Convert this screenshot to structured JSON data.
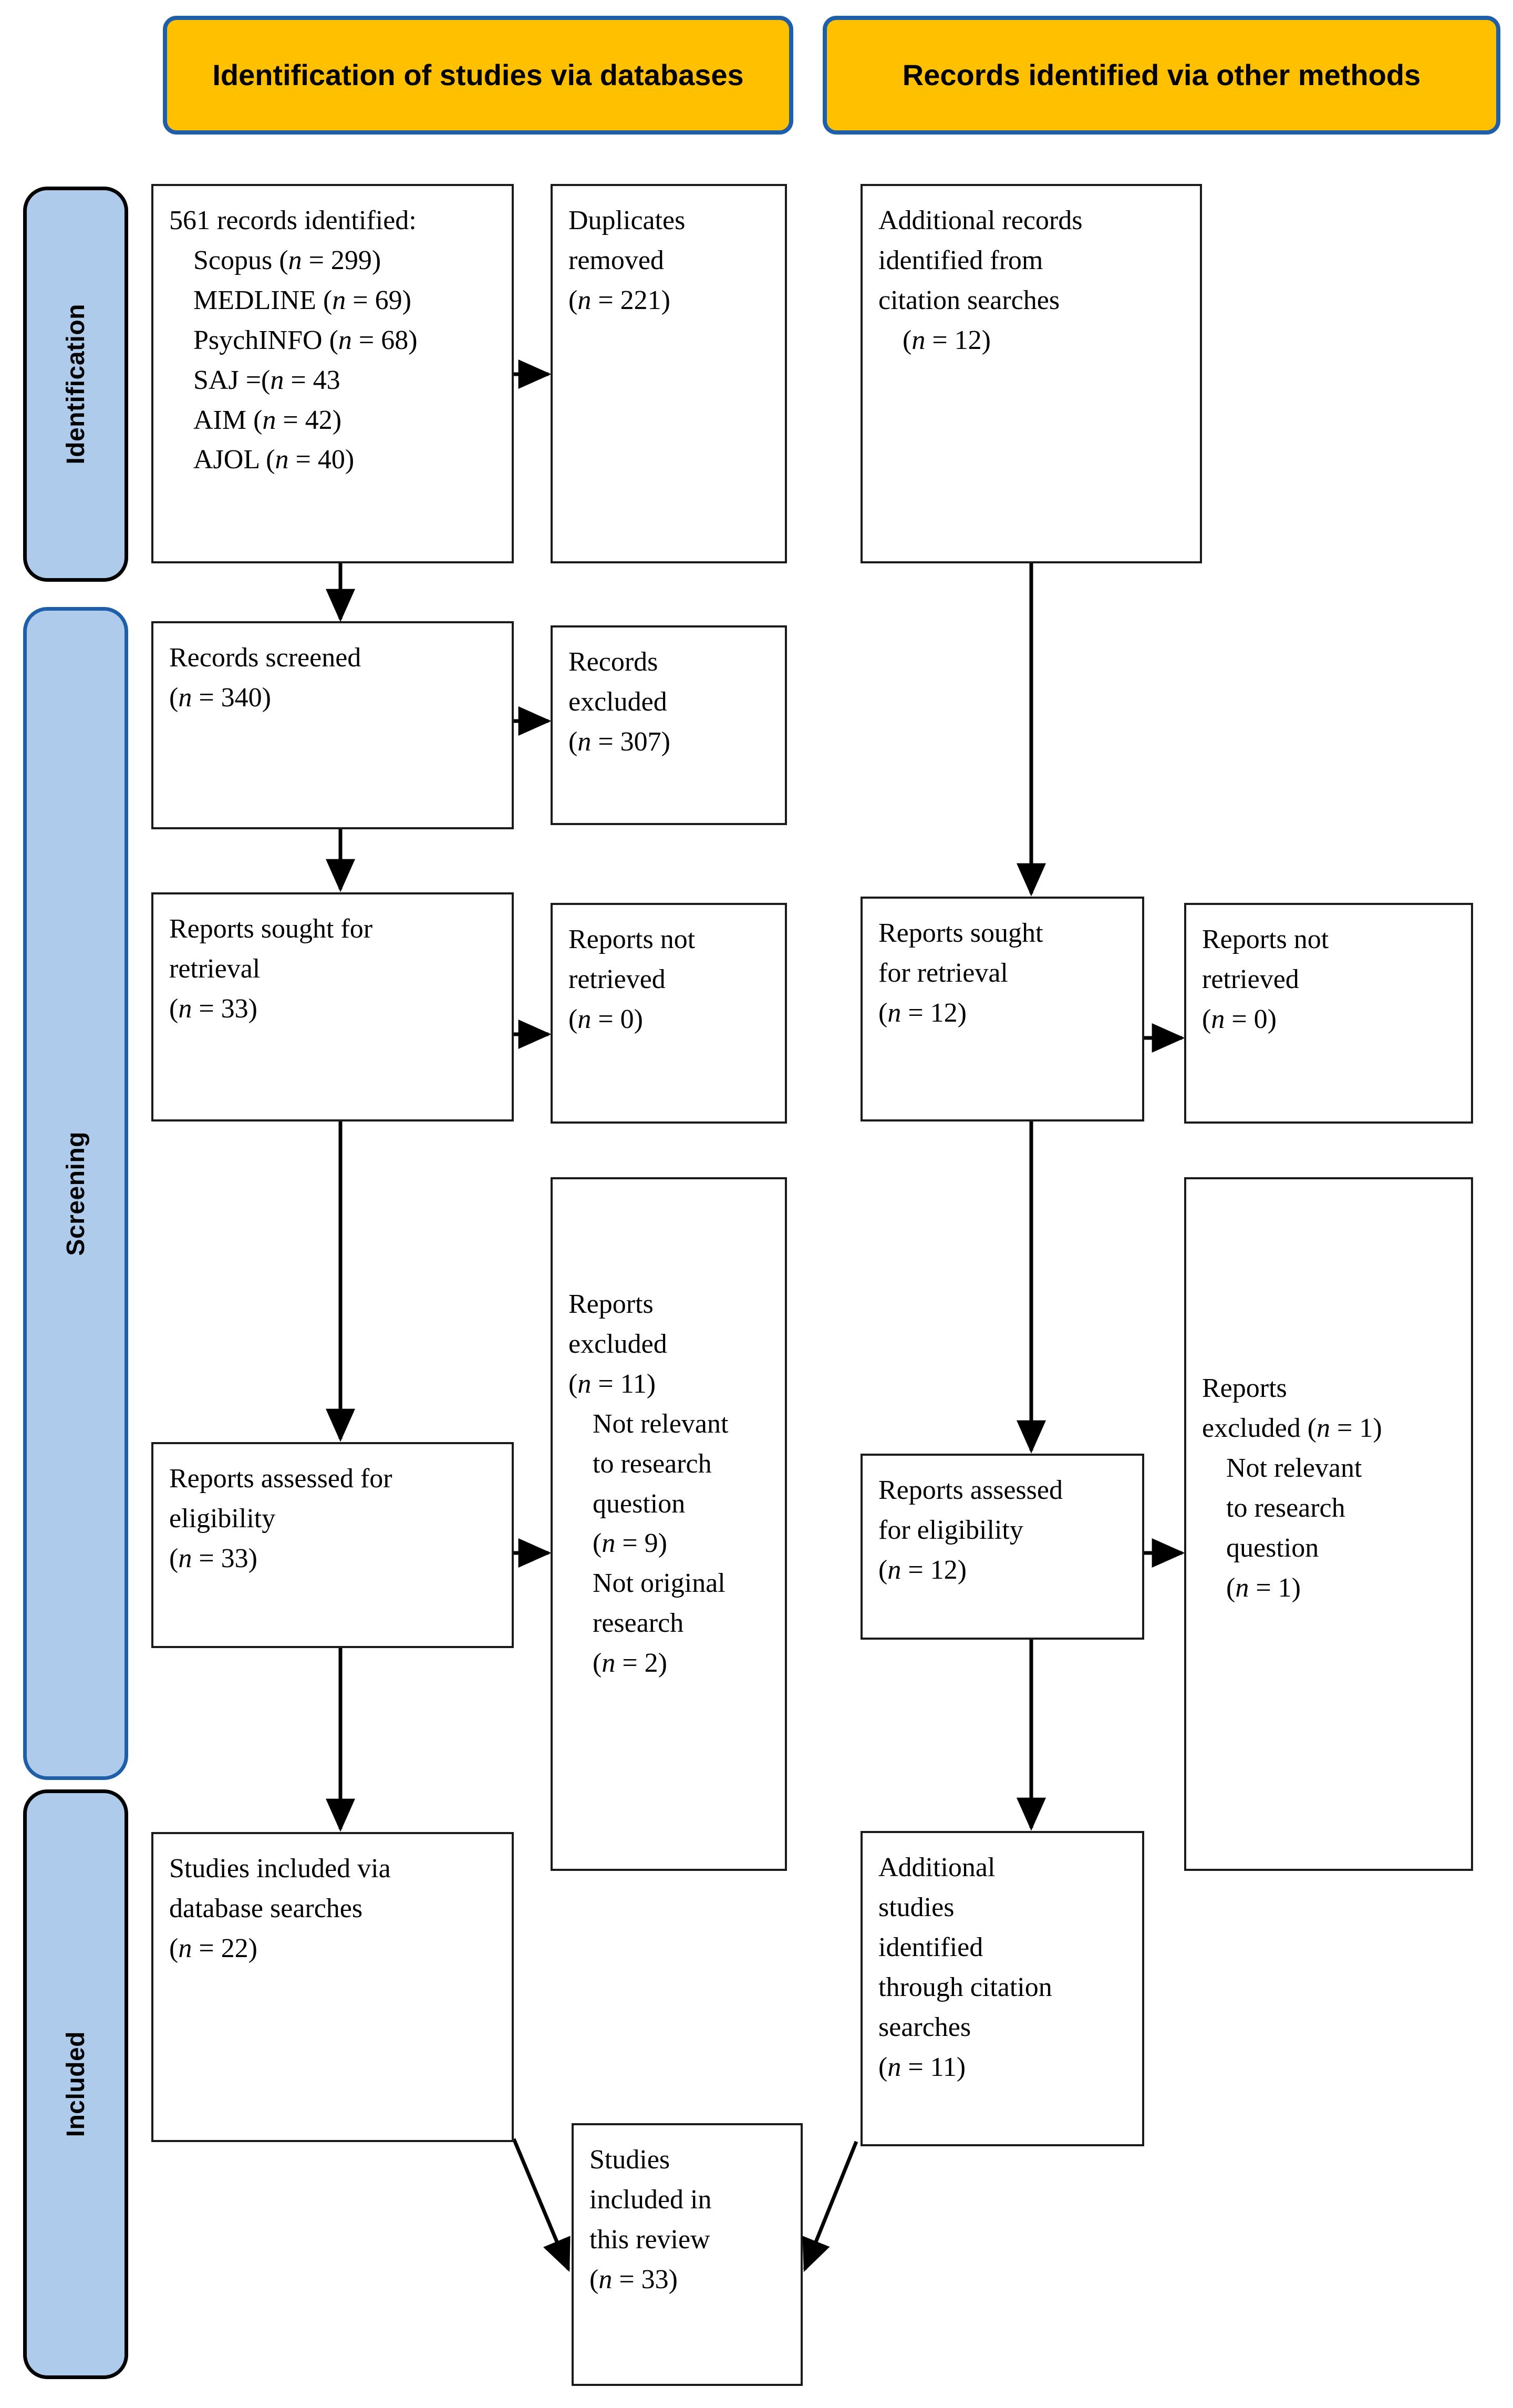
{
  "diagram": {
    "type": "PRISMA flow diagram",
    "stages": [
      {
        "key": "identification",
        "label": "Identification"
      },
      {
        "key": "screening",
        "label": "Screening"
      },
      {
        "key": "included",
        "label": "Included"
      }
    ],
    "columns": [
      {
        "key": "databases",
        "banner": "Identification of studies via databases"
      },
      {
        "key": "other",
        "banner": "Records identified via other methods"
      }
    ],
    "colors": {
      "banner_fill": "#FFC000",
      "banner_border": "#1f5fa9",
      "stage_fill": "#aecbeb",
      "stage_border": "#000000",
      "box_border": "#1a1a1a",
      "page_background": "#ffffff"
    },
    "boxes": {
      "records_identified": {
        "title": "561 records identified:",
        "sources": [
          {
            "name": "Scopus",
            "n": 299,
            "text": "Scopus (n = 299)"
          },
          {
            "name": "MEDLINE",
            "n": 69,
            "text": "MEDLINE (n = 69)"
          },
          {
            "name": "PsychINFO",
            "n": 68,
            "text": "PsychINFO (n = 68)"
          },
          {
            "name": "SAJ",
            "n": 43,
            "text": "SAJ =(n = 43"
          },
          {
            "name": "AIM",
            "n": 42,
            "text": "AIM (n = 42)"
          },
          {
            "name": "AJOL",
            "n": 40,
            "text": "AJOL (n = 40)"
          }
        ],
        "total": 561
      },
      "duplicates_removed": {
        "line1": "Duplicates",
        "line2": "removed",
        "line3": "(n = 221)",
        "n": 221
      },
      "additional_records": {
        "line1": "Additional records",
        "line2": "identified from",
        "line3": "citation searches",
        "line4": "(n = 12)",
        "n": 12
      },
      "records_screened": {
        "line1": "Records screened",
        "line2": "(n = 340)",
        "n": 340
      },
      "records_excluded": {
        "line1": "Records",
        "line2": "excluded",
        "line3": "(n = 307)",
        "n": 307
      },
      "reports_sought_db": {
        "line1": "Reports sought for",
        "line2": "retrieval",
        "line3": "(n = 33)",
        "n": 33
      },
      "reports_not_retrieved_db": {
        "line1": "Reports not",
        "line2": "retrieved",
        "line3": "(n = 0)",
        "n": 0
      },
      "reports_sought_other": {
        "line1": "Reports sought",
        "line2": "for retrieval",
        "line3": "(n = 12)",
        "n": 12
      },
      "reports_not_retrieved_other": {
        "line1": "Reports not",
        "line2": "retrieved",
        "line3": "(n = 0)",
        "n": 0
      },
      "reports_assessed_db": {
        "line1": "Reports assessed for",
        "line2": "eligibility",
        "line3": "(n = 33)",
        "n": 33
      },
      "reports_excluded_db": {
        "line1": "Reports",
        "line2": "excluded",
        "line3": "(n = 11)",
        "line4": "Not relevant",
        "line5": "to research",
        "line6": "question",
        "line7": "(n = 9)",
        "line8": "Not original",
        "line9": "research",
        "line10": "(n = 2)",
        "n": 11,
        "reasons": [
          {
            "reason": "Not relevant to research question",
            "n": 9
          },
          {
            "reason": "Not original research",
            "n": 2
          }
        ]
      },
      "reports_assessed_other": {
        "line1": "Reports assessed",
        "line2": "for eligibility",
        "line3": "(n = 12)",
        "n": 12
      },
      "reports_excluded_other": {
        "line1": "Reports",
        "line2": "excluded (n = 1)",
        "line3": "Not relevant",
        "line4": "to research",
        "line5": "question",
        "line6": "(n = 1)",
        "n": 1,
        "reasons": [
          {
            "reason": "Not relevant to research question",
            "n": 1
          }
        ]
      },
      "studies_included_db": {
        "line1": "Studies included via",
        "line2": "database searches",
        "line3": "(n = 22)",
        "n": 22
      },
      "additional_studies_other": {
        "line1": "Additional",
        "line2": "studies",
        "line3": "identified",
        "line4": "through citation",
        "line5": "searches",
        "line6": "(n = 11)",
        "n": 11
      },
      "studies_included_review": {
        "line1": "Studies",
        "line2": "included in",
        "line3": "this review",
        "line4": "(n = 33)",
        "n": 33
      }
    }
  }
}
